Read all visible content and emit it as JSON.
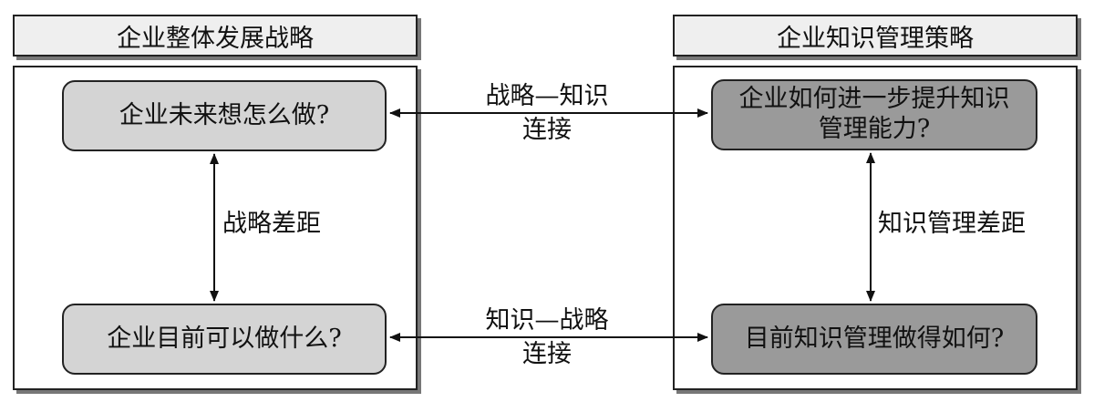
{
  "left": {
    "header": "企业整体发展战略",
    "top_box": "企业未来想怎么做?",
    "bottom_box": "企业目前可以做什么?",
    "gap_label": "战略差距"
  },
  "right": {
    "header": "企业知识管理策略",
    "top_box_line1": "企业如何进一步提升知识",
    "top_box_line2": "管理能力?",
    "bottom_box": "目前知识管理做得如何?",
    "gap_label": "知识管理差距"
  },
  "links": {
    "top_line1": "战略—知识",
    "top_line2": "连接",
    "bottom_line1": "知识—战略",
    "bottom_line2": "连接"
  }
}
